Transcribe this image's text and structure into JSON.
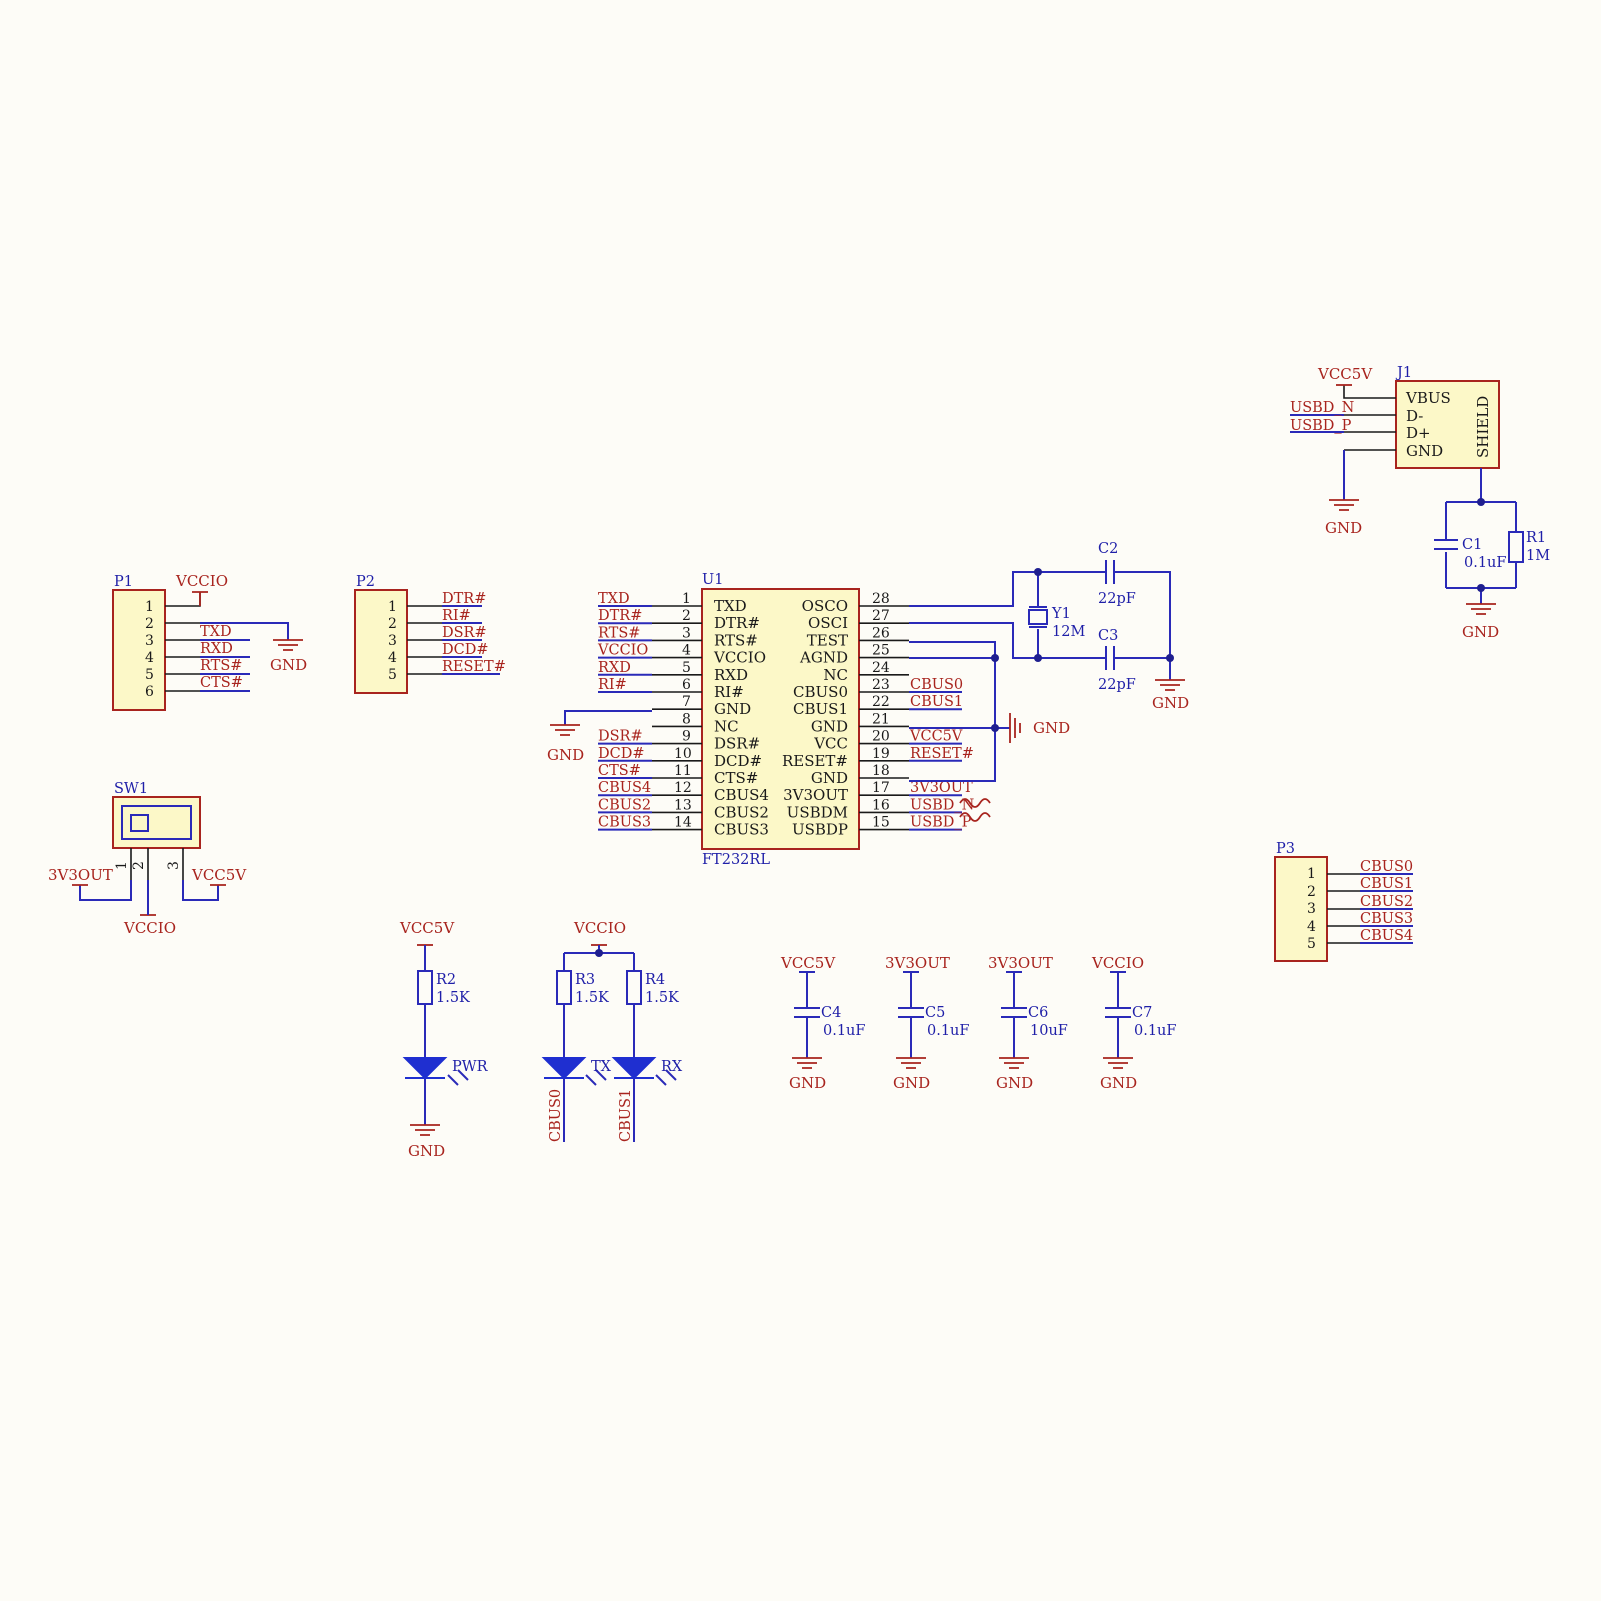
{
  "colors": {
    "background": "#fdfcf7",
    "wire": "#2a2ab8",
    "body_fill": "#fcf8c8",
    "body_stroke": "#a8241e",
    "net_label": "#a8241e",
    "designator": "#1f1fa8",
    "led": "#1f2fd0"
  },
  "p1": {
    "designator": "P1",
    "pins": [
      "1",
      "2",
      "3",
      "4",
      "5",
      "6"
    ],
    "power": "VCCIO",
    "ground": "GND",
    "nets": [
      "TXD",
      "RXD",
      "RTS#",
      "CTS#"
    ]
  },
  "p2": {
    "designator": "P2",
    "pins": [
      "1",
      "2",
      "3",
      "4",
      "5"
    ],
    "nets": [
      "DTR#",
      "RI#",
      "DSR#",
      "DCD#",
      "RESET#"
    ]
  },
  "sw1": {
    "designator": "SW1",
    "pins": [
      "1",
      "2",
      "3"
    ],
    "left": "3V3OUT",
    "right": "VCC5V",
    "bottom": "VCCIO"
  },
  "u1": {
    "designator": "U1",
    "part": "FT232RL",
    "left_pins": [
      {
        "num": "1",
        "name": "TXD",
        "net": "TXD"
      },
      {
        "num": "2",
        "name": "DTR#",
        "net": "DTR#"
      },
      {
        "num": "3",
        "name": "RTS#",
        "net": "RTS#"
      },
      {
        "num": "4",
        "name": "VCCIO",
        "net": "VCCIO"
      },
      {
        "num": "5",
        "name": "RXD",
        "net": "RXD"
      },
      {
        "num": "6",
        "name": "RI#",
        "net": "RI#"
      },
      {
        "num": "7",
        "name": "GND",
        "net": ""
      },
      {
        "num": "8",
        "name": "NC",
        "net": ""
      },
      {
        "num": "9",
        "name": "DSR#",
        "net": "DSR#"
      },
      {
        "num": "10",
        "name": "DCD#",
        "net": "DCD#"
      },
      {
        "num": "11",
        "name": "CTS#",
        "net": "CTS#"
      },
      {
        "num": "12",
        "name": "CBUS4",
        "net": "CBUS4"
      },
      {
        "num": "13",
        "name": "CBUS2",
        "net": "CBUS2"
      },
      {
        "num": "14",
        "name": "CBUS3",
        "net": "CBUS3"
      }
    ],
    "right_pins": [
      {
        "num": "28",
        "name": "OSCO",
        "net": ""
      },
      {
        "num": "27",
        "name": "OSCI",
        "net": ""
      },
      {
        "num": "26",
        "name": "TEST",
        "net": ""
      },
      {
        "num": "25",
        "name": "AGND",
        "net": ""
      },
      {
        "num": "24",
        "name": "NC",
        "net": ""
      },
      {
        "num": "23",
        "name": "CBUS0",
        "net": "CBUS0"
      },
      {
        "num": "22",
        "name": "CBUS1",
        "net": "CBUS1"
      },
      {
        "num": "21",
        "name": "GND",
        "net": ""
      },
      {
        "num": "20",
        "name": "VCC",
        "net": "VCC5V"
      },
      {
        "num": "19",
        "name": "RESET#",
        "net": "RESET#"
      },
      {
        "num": "18",
        "name": "GND",
        "net": ""
      },
      {
        "num": "17",
        "name": "3V3OUT",
        "net": "3V3OUT"
      },
      {
        "num": "16",
        "name": "USBDM",
        "net": "USBD_N"
      },
      {
        "num": "15",
        "name": "USBDP",
        "net": "USBD_P"
      }
    ],
    "gnd_left": "GND",
    "gnd_right": "GND"
  },
  "crystal": {
    "y1": "Y1",
    "y1_value": "12M",
    "c2": "C2",
    "c2_value": "22pF",
    "c3": "C3",
    "c3_value": "22pF",
    "ground": "GND"
  },
  "j1": {
    "designator": "J1",
    "pins": [
      "VBUS",
      "D-",
      "D+",
      "GND"
    ],
    "shield": "SHIELD",
    "power": "VCC5V",
    "nets": [
      "USBD_N",
      "USBD_P"
    ],
    "ground": "GND",
    "c1": "C1",
    "c1_value": "0.1uF",
    "r1": "R1",
    "r1_value": "1M",
    "ground2": "GND"
  },
  "p3": {
    "designator": "P3",
    "pins": [
      "1",
      "2",
      "3",
      "4",
      "5"
    ],
    "nets": [
      "CBUS0",
      "CBUS1",
      "CBUS2",
      "CBUS3",
      "CBUS4"
    ]
  },
  "leds": [
    {
      "power": "VCC5V",
      "r": "R2",
      "r_value": "1.5K",
      "label": "PWR",
      "bottom": "GND"
    },
    {
      "r": "R3",
      "r_value": "1.5K",
      "label": "TX",
      "bottom": "CBUS0"
    },
    {
      "r": "R4",
      "r_value": "1.5K",
      "label": "RX",
      "bottom": "CBUS1"
    }
  ],
  "led_power": "VCCIO",
  "decaps": [
    {
      "power": "VCC5V",
      "c": "C4",
      "value": "0.1uF",
      "ground": "GND"
    },
    {
      "power": "3V3OUT",
      "c": "C5",
      "value": "0.1uF",
      "ground": "GND"
    },
    {
      "power": "3V3OUT",
      "c": "C6",
      "value": "10uF",
      "ground": "GND"
    },
    {
      "power": "VCCIO",
      "c": "C7",
      "value": "0.1uF",
      "ground": "GND"
    }
  ]
}
